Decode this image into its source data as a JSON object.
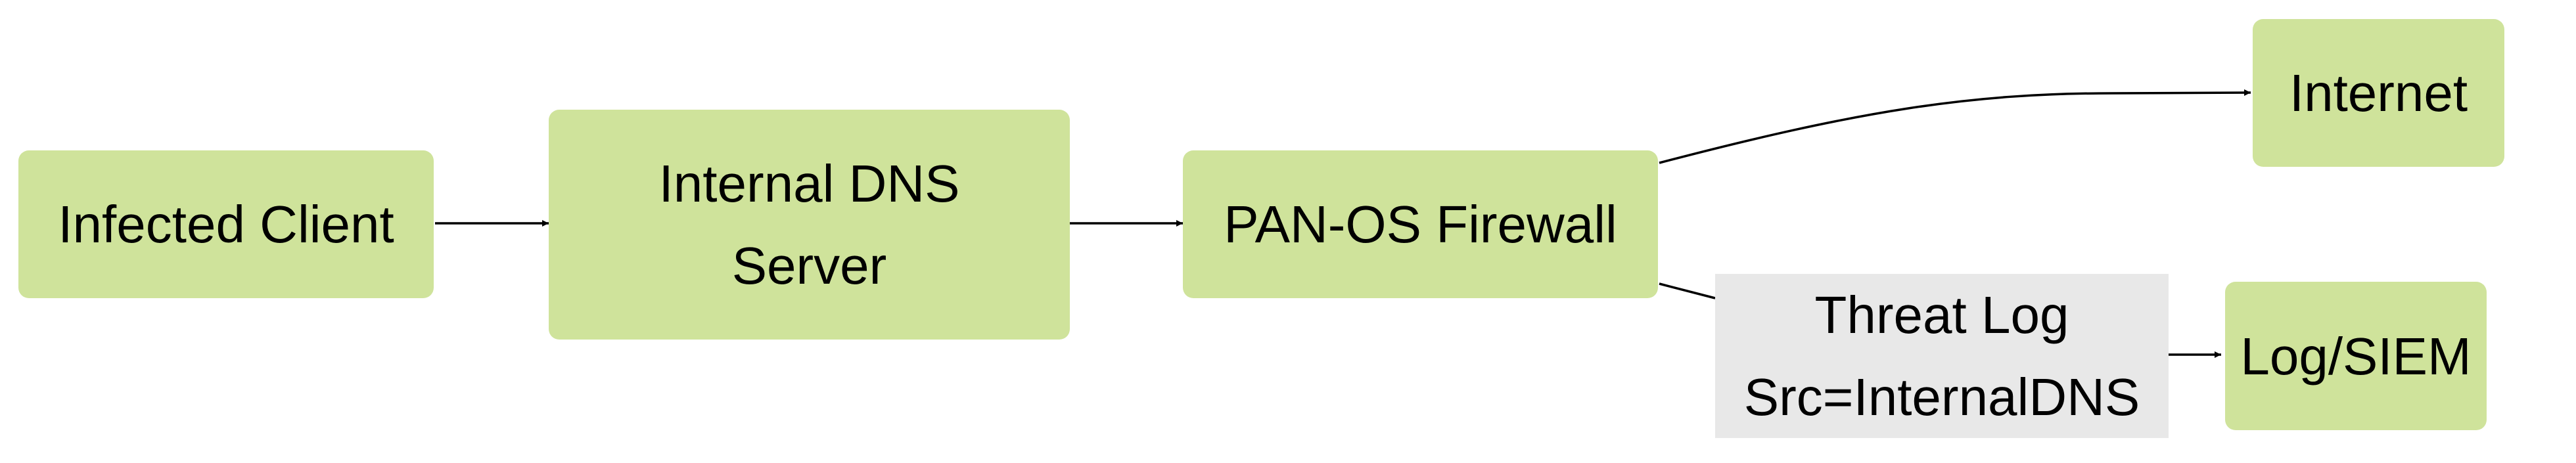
{
  "diagram": {
    "nodes": {
      "infected_client": {
        "label": "Infected Client"
      },
      "internal_dns": {
        "line1": "Internal DNS",
        "line2": "Server"
      },
      "firewall": {
        "label": "PAN-OS Firewall"
      },
      "internet": {
        "label": "Internet"
      },
      "threat_log": {
        "line1": "Threat Log",
        "line2": "Src=InternalDNS"
      },
      "log_siem": {
        "label": "Log/SIEM"
      }
    },
    "edges": [
      {
        "from": "Infected Client",
        "to": "Internal DNS Server",
        "arrow": true
      },
      {
        "from": "Internal DNS Server",
        "to": "PAN-OS Firewall",
        "arrow": true
      },
      {
        "from": "PAN-OS Firewall",
        "to": "Internet",
        "arrow": true
      },
      {
        "from": "PAN-OS Firewall",
        "to": "Threat Log",
        "arrow": false
      },
      {
        "from": "Threat Log",
        "to": "Log/SIEM",
        "arrow": true
      }
    ],
    "colors": {
      "node_fill": "#cfe39b",
      "annotation_fill": "#e8e8e8",
      "edge": "#000000"
    }
  }
}
